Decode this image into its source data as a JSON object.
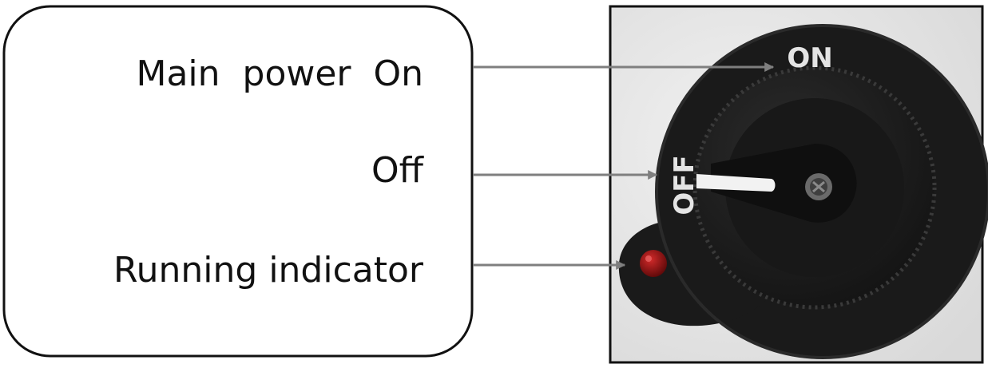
{
  "labels": {
    "main_power_on": "Main  power  On",
    "off": "Off",
    "running_indicator": "Running indicator"
  },
  "switch": {
    "on_marking": "ON",
    "off_marking": "OFF"
  },
  "colors": {
    "arrow": "#7f7f7f",
    "switch_body": "#161616",
    "indicator": "#9e1010",
    "photo_background": "#e9e9e9"
  }
}
